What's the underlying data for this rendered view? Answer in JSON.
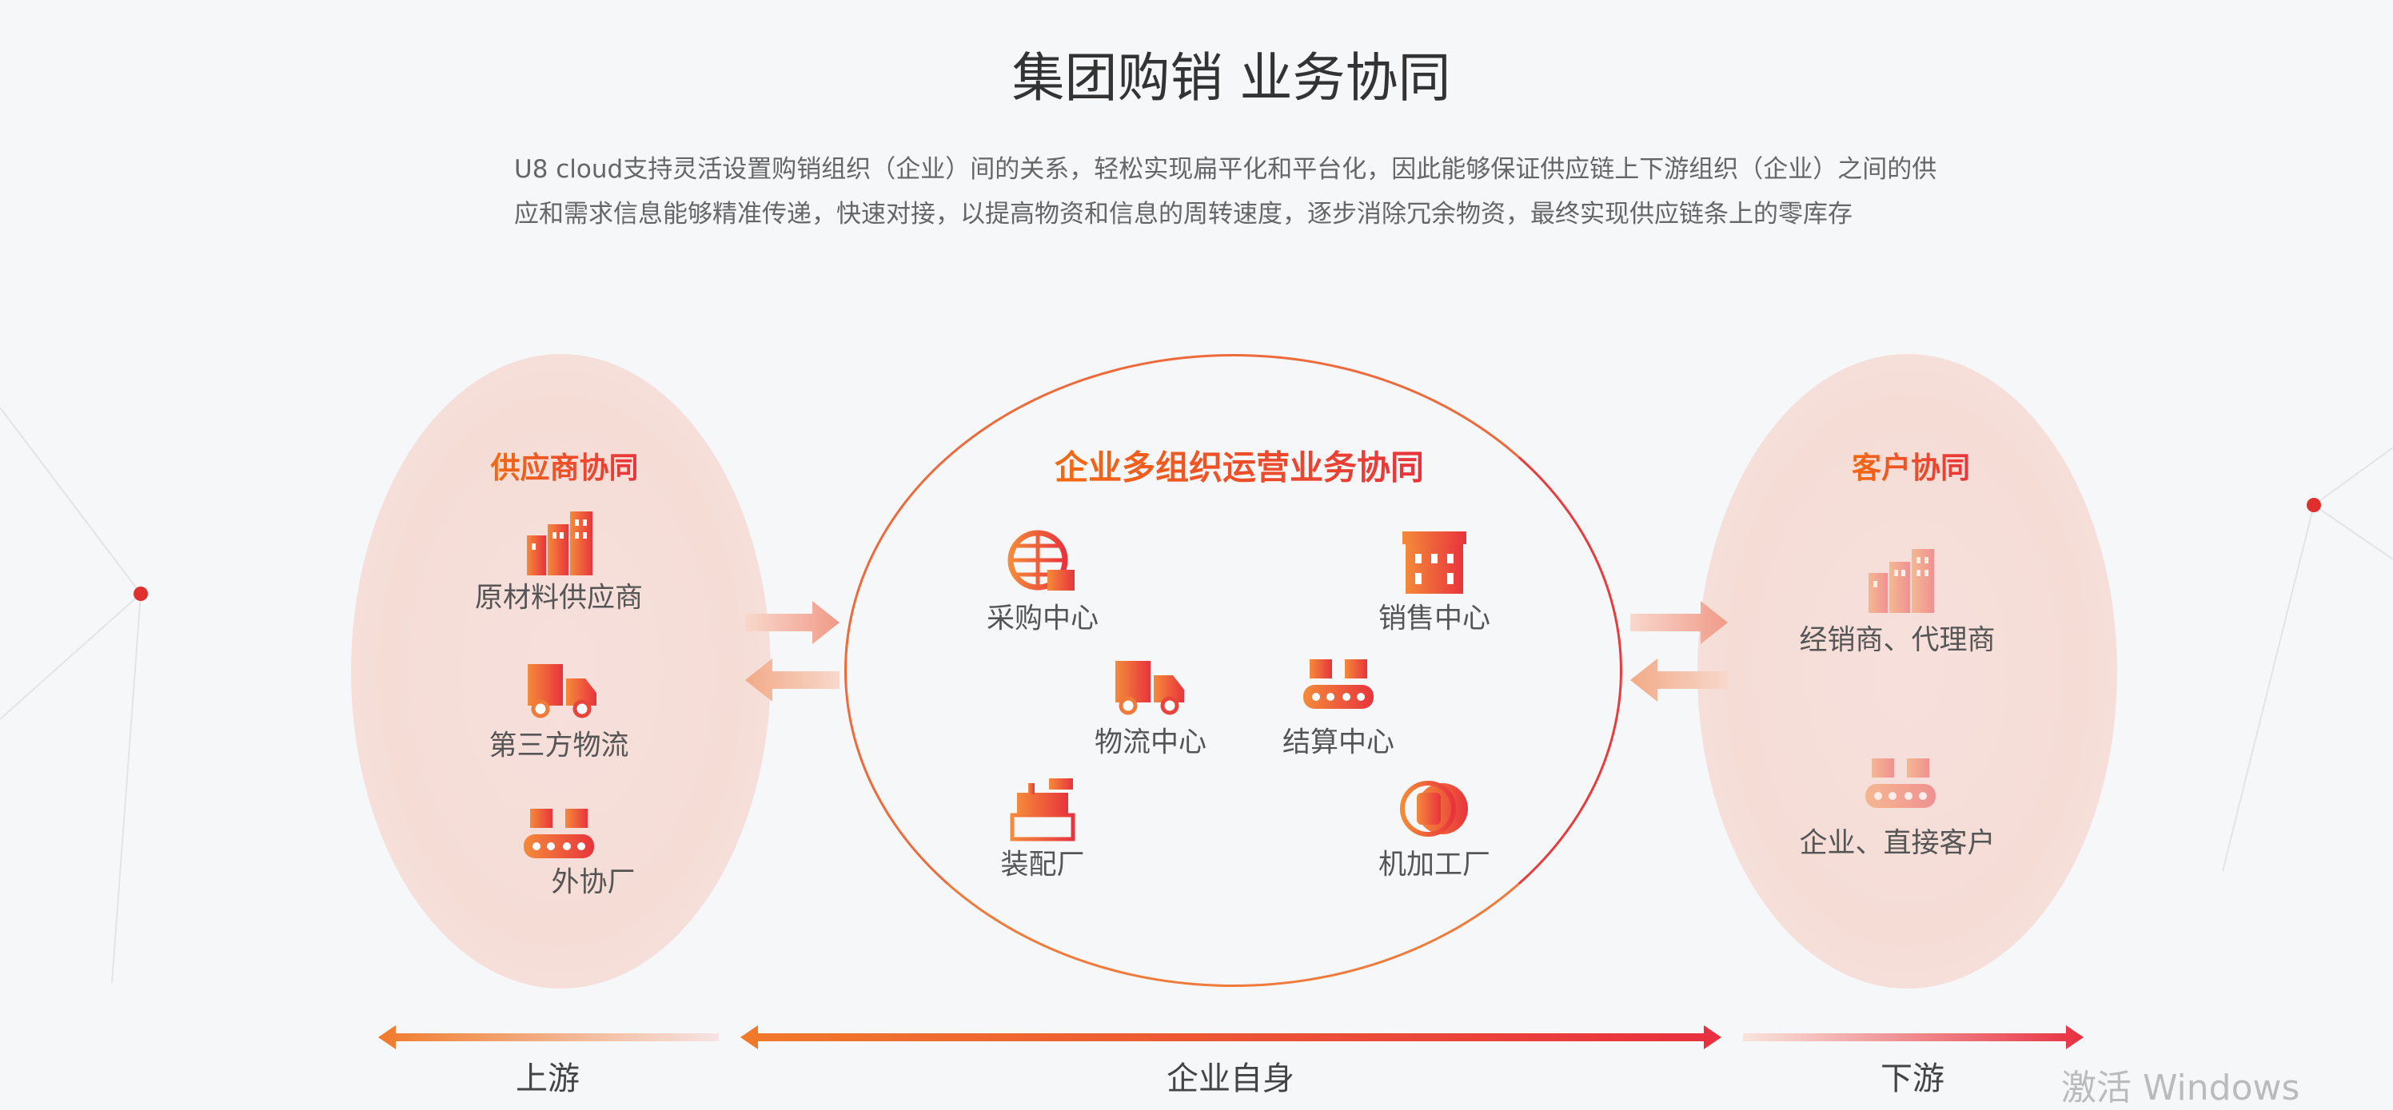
{
  "header": {
    "title": "集团购销 业务协同",
    "description_line1": "U8 cloud支持灵活设置购销组织（企业）间的关系，轻松实现扁平化和平台化，因此能够保证供应链上下游组织（企业）之间的供",
    "description_line2": "应和需求信息能够精准传递，快速对接，以提高物资和信息的周转速度，逐步消除冗余物资，最终实现供应链条上的零库存"
  },
  "supplier": {
    "title": "供应商协同",
    "items": [
      {
        "label": "原材料供应商",
        "icon": "buildings-icon"
      },
      {
        "label": "第三方物流",
        "icon": "truck-icon"
      },
      {
        "label": "外协厂",
        "icon": "conveyor-icon"
      }
    ]
  },
  "enterprise": {
    "title": "企业多组织运营业务协同",
    "items": [
      {
        "label": "采购中心",
        "icon": "globe-basket-icon"
      },
      {
        "label": "销售中心",
        "icon": "store-icon"
      },
      {
        "label": "物流中心",
        "icon": "truck-icon"
      },
      {
        "label": "结算中心",
        "icon": "conveyor-icon"
      },
      {
        "label": "装配厂",
        "icon": "cash-register-icon"
      },
      {
        "label": "机加工厂",
        "icon": "gear-icon"
      }
    ]
  },
  "customer": {
    "title": "客户协同",
    "items": [
      {
        "label": "经销商、代理商",
        "icon": "buildings-icon"
      },
      {
        "label": "企业、直接客户",
        "icon": "conveyor-icon"
      }
    ]
  },
  "bottom": {
    "upstream": "上游",
    "self": "企业自身",
    "downstream": "下游"
  },
  "watermark": "激活 Windows",
  "colors": {
    "accent_start": "#f26a14",
    "accent_end": "#e8343c"
  }
}
